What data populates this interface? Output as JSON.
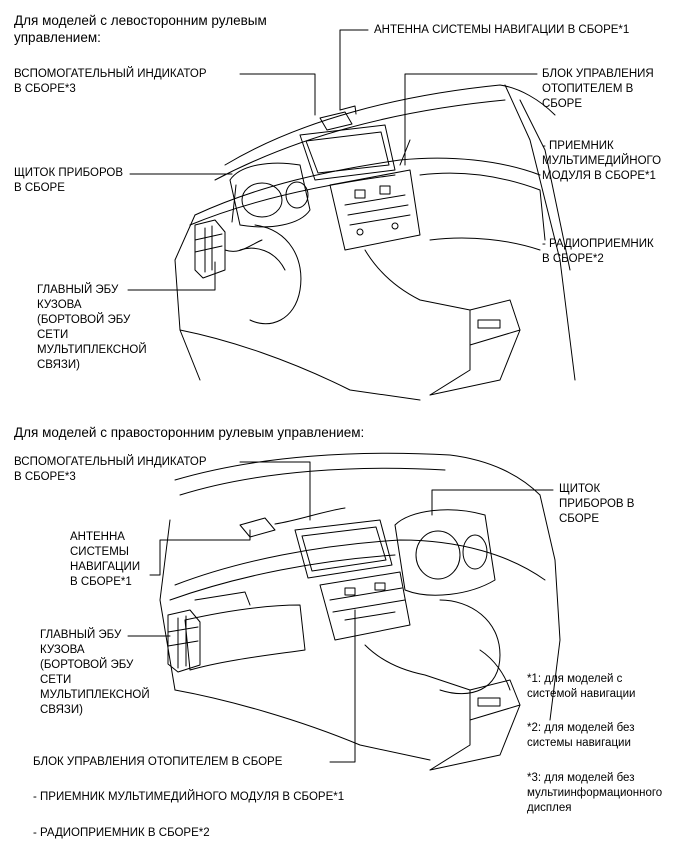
{
  "top": {
    "heading": "Для моделей с левосторонним рулевым\nуправлением:",
    "labels": {
      "nav_antenna": "АНТЕННА СИСТЕМЫ НАВИГАЦИИ В СБОРЕ*1",
      "aux_indicator": "ВСПОМОГАТЕЛЬНЫЙ ИНДИКАТОР\nВ СБОРЕ*3",
      "heater_block": "БЛОК УПРАВЛЕНИЯ\nОТОПИТЕЛЕМ В\nСБОРЕ",
      "multimedia": "- ПРИЕМНИК\nМУЛЬТИМЕДИЙНОГО\nМОДУЛЯ В СБОРЕ*1",
      "radio": "- РАДИОПРИЕМНИК\nВ СБОРЕ*2",
      "cluster": "ЩИТОК ПРИБОРОВ\nВ СБОРЕ",
      "main_ecu": "ГЛАВНЫЙ ЭБУ\nКУЗОВА\n(БОРТОВОЙ ЭБУ\nСЕТИ\nМУЛЬТИПЛЕКСНОЙ\nСВЯЗИ)"
    }
  },
  "bottom": {
    "heading": "Для моделей с правосторонним рулевым управлением:",
    "labels": {
      "aux_indicator": "ВСПОМОГАТЕЛЬНЫЙ ИНДИКАТОР\nВ СБОРЕ*3",
      "cluster": "ЩИТОК\nПРИБОРОВ В\nСБОРЕ",
      "nav_antenna": "АНТЕННА\nСИСТЕМЫ\nНАВИГАЦИИ\nВ СБОРЕ*1",
      "main_ecu": "ГЛАВНЫЙ ЭБУ\nКУЗОВА\n(БОРТОВОЙ ЭБУ\nСЕТИ\nМУЛЬТИПЛЕКСНОЙ\nСВЯЗИ)",
      "heater_block": "БЛОК УПРАВЛЕНИЯ ОТОПИТЕЛЕМ В СБОРЕ",
      "multimedia": "- ПРИЕМНИК МУЛЬТИМЕДИЙНОГО МОДУЛЯ В СБОРЕ*1",
      "radio": "- РАДИОПРИЕМНИК В СБОРЕ*2"
    }
  },
  "footnotes": {
    "n1": "*1: для моделей с\nсистемой навигации",
    "n2": "*2: для моделей без\nсистемы навигации",
    "n3": "*3: для моделей без\nмультиинформационного\nдисплея"
  }
}
